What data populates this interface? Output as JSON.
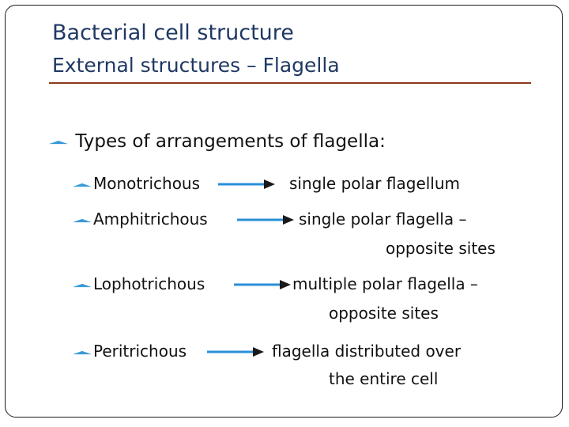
{
  "slide": {
    "title_line1": "Bacterial cell structure",
    "title_line2": "External structures – Flagella",
    "heading": "Types of arrangements of flagella:",
    "items": [
      {
        "term": "Monotrichous",
        "desc_line1": "single polar flagellum",
        "desc_line2": ""
      },
      {
        "term": "Amphitrichous",
        "desc_line1": "single polar flagella –",
        "desc_line2": "opposite sites"
      },
      {
        "term": "Lophotrichous",
        "desc_line1": "multiple polar flagella –",
        "desc_line2": "opposite sites"
      },
      {
        "term": "Peritrichous",
        "desc_line1": "flagella distributed over",
        "desc_line2": "the entire cell"
      }
    ]
  },
  "colors": {
    "title": "#1f3864",
    "rule": "#8b3a1a",
    "arrow": "#2a8fd8",
    "bullet": "#3a9ad9"
  },
  "icons": {
    "bullet": "triangle-bullet-icon",
    "arrow": "right-arrow-icon"
  }
}
